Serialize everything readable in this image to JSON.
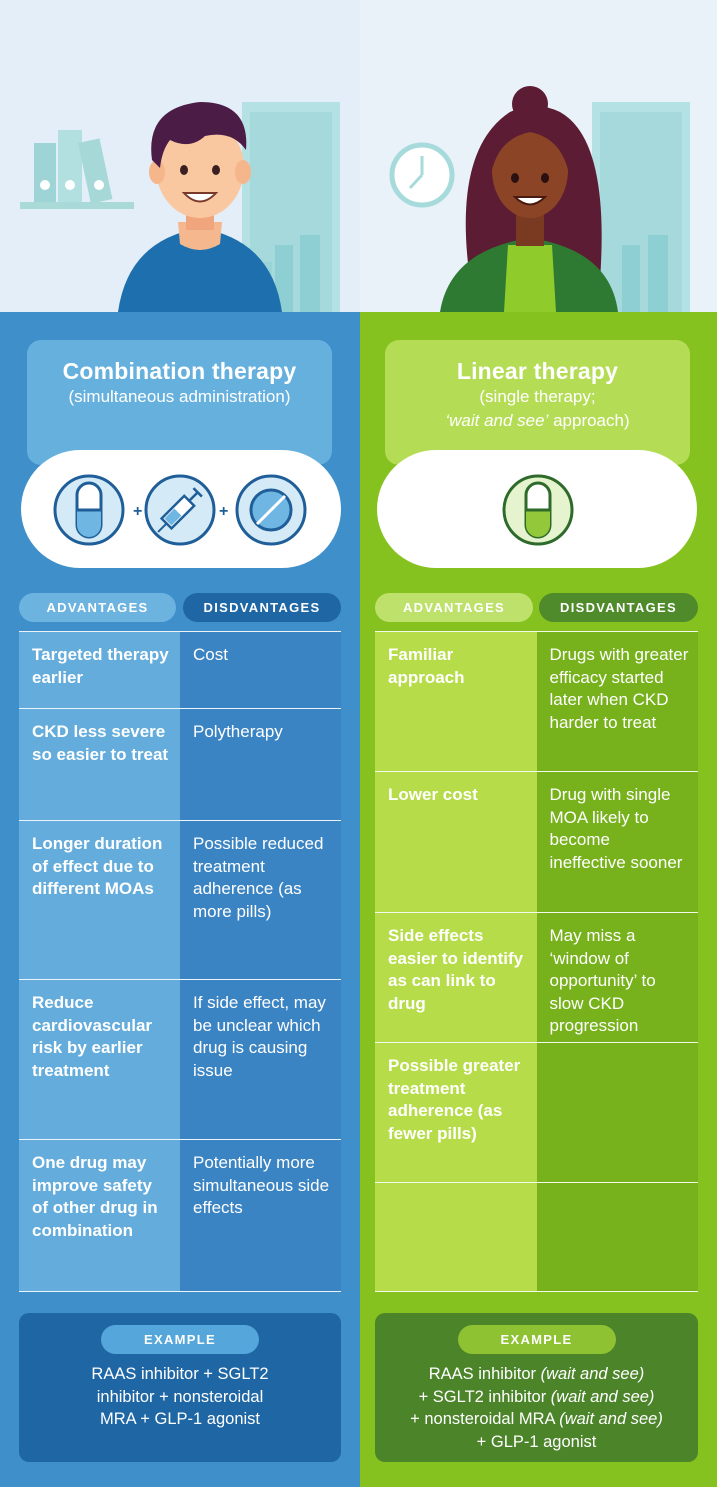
{
  "colors": {
    "combination_panel": "#3f8fcb",
    "linear_panel": "#86c21f",
    "combination_dark": "#1f66a5",
    "linear_dark": "#4c842a"
  },
  "illustrations": {
    "left_person": "man-in-blue-sweater",
    "right_person": "woman-in-green-jacket"
  },
  "combination": {
    "title": "Combination therapy",
    "subtitle": "(simultaneous administration)",
    "icons": [
      "capsule-icon",
      "syringe-icon",
      "tablet-icon"
    ],
    "plus": "+",
    "advantages_label": "ADVANTAGES",
    "disadvantages_label": "DISDVANTAGES",
    "rows": [
      {
        "adv": "Targeted therapy earlier",
        "dis": "Cost"
      },
      {
        "adv": "CKD less severe so easier to treat",
        "dis": "Polytherapy"
      },
      {
        "adv": "Longer duration of effect due to different MOAs",
        "dis": "Possible reduced treatment adherence (as more pills)"
      },
      {
        "adv": "Reduce cardiovascular risk by earlier treatment",
        "dis": "If side effect, may be unclear which drug is causing issue"
      },
      {
        "adv": "One drug may improve safety of other drug in combination",
        "dis": "Potentially more simultaneous side effects"
      }
    ],
    "example_label": "EXAMPLE",
    "example_lines": [
      "RAAS inhibitor + SGLT2",
      "inhibitor + nonsteroidal",
      "MRA + GLP-1 agonist"
    ]
  },
  "linear": {
    "title": "Linear therapy",
    "subtitle_line1": "(single therapy;",
    "subtitle_italic": "‘wait and see’",
    "subtitle_rest": " approach)",
    "icons": [
      "capsule-icon"
    ],
    "advantages_label": "ADVANTAGES",
    "disadvantages_label": "DISDVANTAGES",
    "rows": [
      {
        "adv": "Familiar approach",
        "dis": "Drugs with greater efficacy started later when CKD harder to treat"
      },
      {
        "adv": "Lower cost",
        "dis": "Drug with single MOA likely to become ineffective sooner"
      },
      {
        "adv": "Side effects easier to identify as can link to drug",
        "dis": "May miss a ‘window of opportunity’ to slow CKD progression"
      },
      {
        "adv": "Possible greater treatment adherence (as fewer pills)",
        "dis": ""
      },
      {
        "adv": "",
        "dis": ""
      }
    ],
    "example_label": "EXAMPLE",
    "example": {
      "l1": "RAAS inhibitor ",
      "l1_it": "(wait and see)",
      "l2": "+ SGLT2 inhibitor ",
      "l2_it": "(wait and see)",
      "l3": "+ nonsteroidal MRA ",
      "l3_it": "(wait and see)",
      "l4": "+ GLP-1 agonist"
    }
  }
}
